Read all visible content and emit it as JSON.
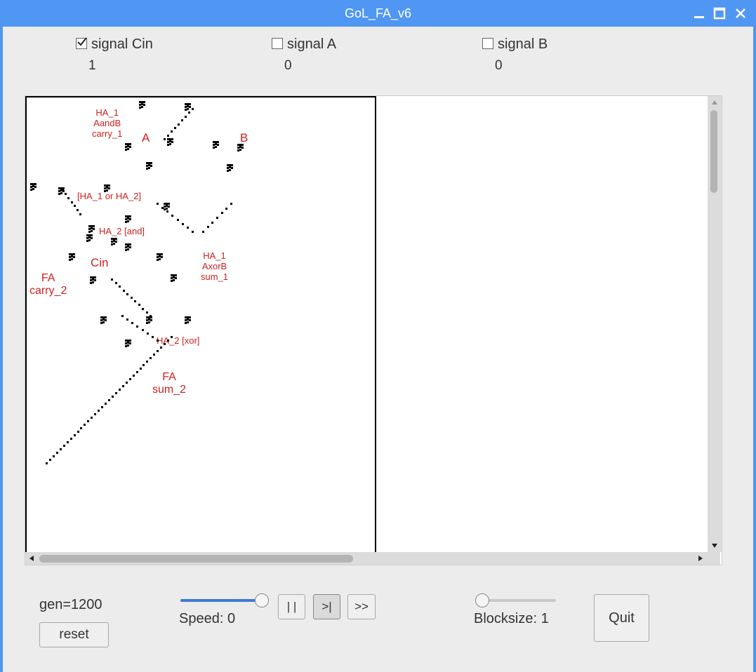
{
  "window": {
    "title": "GoL_FA_v6",
    "controls": {
      "minimize": "minimize-icon",
      "maximize": "maximize-icon",
      "close": "close-icon"
    }
  },
  "signals": [
    {
      "label": "signal Cin",
      "checked": true,
      "value": "1"
    },
    {
      "label": "signal A",
      "checked": false,
      "value": "0"
    },
    {
      "label": "signal B",
      "checked": false,
      "value": "0"
    }
  ],
  "canvas": {
    "labels": {
      "ha1_carry": "HA_1\nAandB\ncarry_1",
      "a": "A",
      "b": "B",
      "ha_or": "[HA_1 or HA_2]",
      "ha2_and": "HA_2 [and]",
      "ha1_sum": "HA_1\nAxorB\nsum_1",
      "cin": "Cin",
      "fa_carry": "FA\ncarry_2",
      "ha2_xor": "HA_2 [xor]",
      "fa_sum": "FA\nsum_2"
    },
    "label_color": "#d02020"
  },
  "controls": {
    "gen": "gen=1200",
    "reset": "reset",
    "speed_label": "Speed: 0",
    "speed_level": 1.0,
    "pause": "| |",
    "step": ">|",
    "run": ">>",
    "blocksize_label": "Blocksize: 1",
    "blocksize_level": 0.0,
    "quit": "Quit"
  },
  "colors": {
    "titlebar": "#4f97f2",
    "slider_fill": "#3e7bd6"
  }
}
